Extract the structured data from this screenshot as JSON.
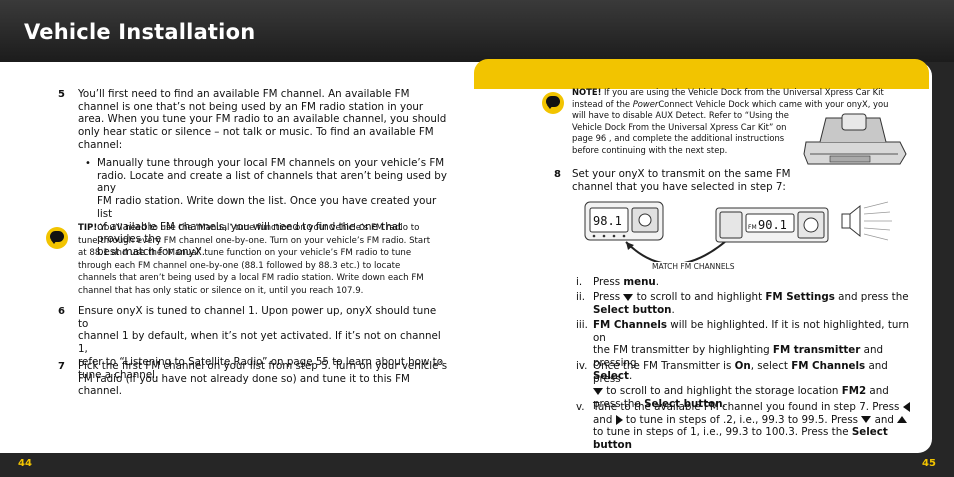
{
  "header": {
    "title": "Vehicle Installation"
  },
  "footer": {
    "left_page": "44",
    "right_page": "45"
  },
  "colors": {
    "accent": "#f2c400",
    "dark": "#262626"
  },
  "left": {
    "step5": {
      "num": "5",
      "lines": [
        "You’ll first need to find an available FM channel. An available FM",
        "channel is one that’s not being used by an FM radio station in your",
        "area. When you tune your FM radio to an available channel, you should",
        "only hear static or silence – not talk or music. To find an available FM",
        "channel:"
      ],
      "bullet_lines": [
        "Manually tune through your local FM channels on your vehicle’s FM",
        "radio. Locate and create a list of channels that aren’t being used by any",
        "FM radio station. Write down the list.  Once you have created your list",
        "of available FM channels, you will need to find the one that provides the",
        "best match for onyX."
      ]
    },
    "tip": {
      "label": "TIP!",
      "lines": [
        " You’ll need to use the ‘Manual’ tune function on your vehicle’s FM radio to",
        "tune through every FM channel one-by-one. Turn on your vehicle’s FM radio.  Start",
        "at 88.1 and use the ‘Manual’ tune function on your vehicle’s FM radio to tune",
        "through each FM channel one-by-one (88.1 followed by 88.3 etc.) to locate",
        "channels that aren’t being used by a local FM radio station. Write down each FM",
        "channel that has only static or silence on it, until you reach 107.9."
      ]
    },
    "step6": {
      "num": "6",
      "lines": [
        "Ensure onyX is tuned to channel 1. Upon power up, onyX should tune to",
        "channel 1 by default, when it’s not yet activated. If it’s not on channel 1,",
        "refer to “Listening to Satellite Radio” on page 55 to learn about how to",
        "tune a channel."
      ]
    },
    "step7": {
      "num": "7",
      "lines": [
        "Pick the first FM channel on your list from step 5. Turn on your vehicle’s",
        "FM radio (if you have not already done so) and tune it to this FM channel."
      ]
    }
  },
  "right": {
    "note": {
      "label": "NOTE!",
      "line1": " If you are using the Vehicle Dock from the Universal Xpress Car Kit",
      "line2_a": "instead of the ",
      "line2_italic": "Power",
      "line2_b": "Connect Vehicle Dock which came with your onyX, you",
      "lines_rest": [
        "will have to disable AUX Detect. Refer to “Using the",
        "Vehicle Dock From the Universal Xpress Car Kit” on",
        "page 96 , and complete the additional instructions",
        "before continuing with the next step."
      ]
    },
    "step8": {
      "num": "8",
      "lines": [
        "Set your onyX to transmit on the same FM",
        "channel that you have selected in step 7:"
      ]
    },
    "figure": {
      "device_display": "98.1",
      "radio_band": "FM",
      "radio_display": "90.1",
      "caption": "MATCH FM CHANNELS"
    },
    "substeps": {
      "i": {
        "label": "i.",
        "pre": "Press ",
        "b1": "menu",
        "post": "."
      },
      "ii": {
        "label": "ii.",
        "pre": "Press ",
        "mid": " to scroll to and highlight ",
        "b1": "FM Settings",
        "mid2": " and press the",
        "b2": "Select button",
        "end": "."
      },
      "iii": {
        "label": "iii.",
        "b1": "FM Channels",
        "t1": " will be highlighted. If it is not highlighted, turn on",
        "t2": "the FM transmitter by highlighting ",
        "b2": "FM transmitter",
        "t3": " and pressing",
        "b3": "Select",
        "t4": "."
      },
      "iv": {
        "label": "iv.",
        "t1": "Once the FM Transmitter is ",
        "b1": "On",
        "t2": ", select ",
        "b2": "FM Channels",
        "t3": " and press",
        "t4": " to scroll to and highlight the storage location ",
        "b3": "FM2",
        "t5": " and",
        "t6": "press the ",
        "b4": "Select button",
        "t7": "."
      },
      "v": {
        "label": "v.",
        "t1": "Tune to the available FM channel you found in step 7. Press ",
        "t2": "and ",
        "t3": " to tune in steps of .2, i.e., 99.3 to 99.5. Press ",
        "t4": " and ",
        "t5": "to tune in steps of 1, i.e., 99.3 to 100.3. Press the ",
        "b1": "Select button"
      }
    }
  }
}
